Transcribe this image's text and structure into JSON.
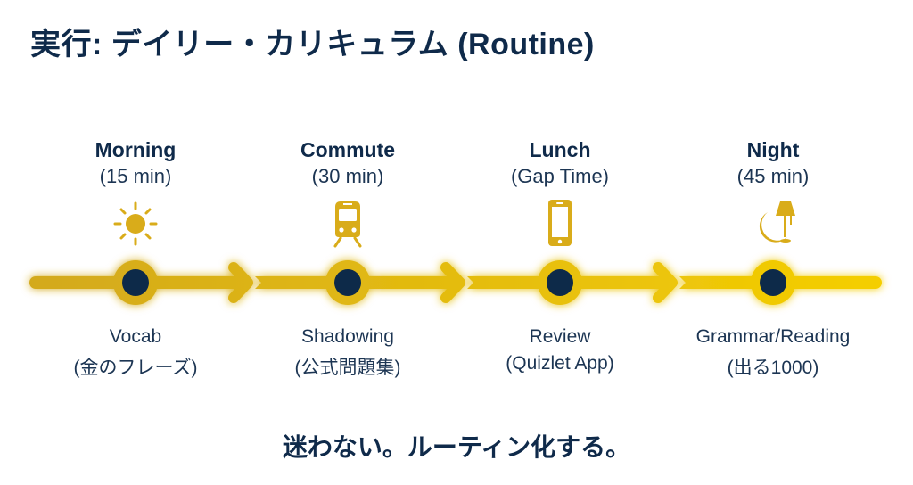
{
  "title": "実行: デイリー・カリキュラム (Routine)",
  "stages": [
    {
      "name": "Morning",
      "duration": "(15 min)",
      "icon": "sun-icon",
      "activity": "Vocab",
      "material": "(金のフレーズ)"
    },
    {
      "name": "Commute",
      "duration": "(30 min)",
      "icon": "train-icon",
      "activity": "Shadowing",
      "material": "(公式問題集)"
    },
    {
      "name": "Lunch",
      "duration": "(Gap Time)",
      "icon": "smartphone-icon",
      "activity": "Review",
      "material": "(Quizlet App)"
    },
    {
      "name": "Night",
      "duration": "(45 min)",
      "icon": "moon-lamp-icon",
      "activity": "Grammar/Reading",
      "material": "(出る1000)"
    }
  ],
  "tagline": "迷わない。ルーティン化する。",
  "colors": {
    "text": "#0f2a4a",
    "gold_start": "#d2a81e",
    "gold_end": "#f6d000",
    "node_core": "#0f2a4a"
  }
}
